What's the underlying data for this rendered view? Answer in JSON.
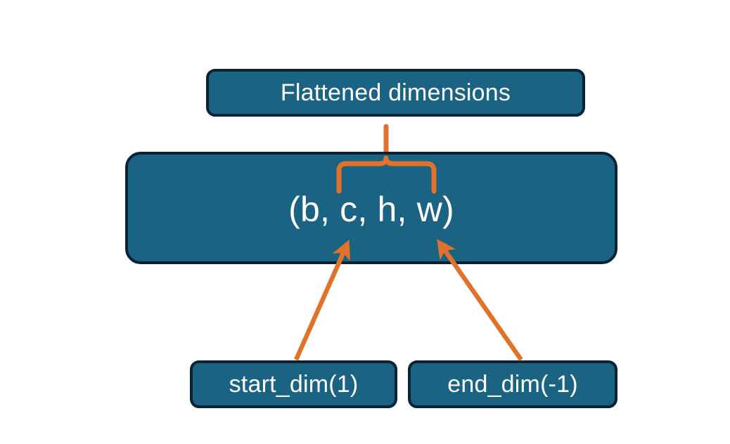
{
  "diagram": {
    "title_node": {
      "label": "Flattened dimensions"
    },
    "shape_node": {
      "label": "(b, c, h, w)"
    },
    "start_node": {
      "label": "start_dim(1)"
    },
    "end_node": {
      "label": "end_dim(-1)"
    },
    "connectors": {
      "brace": "curly-brace-up",
      "start_arrow": "arrow-up-right",
      "end_arrow": "arrow-up-left"
    },
    "colors": {
      "node_fill": "#1a6383",
      "node_border": "#0a2233",
      "node_text": "#ffffff",
      "connector": "#e2722a",
      "background": "#ffffff"
    }
  }
}
